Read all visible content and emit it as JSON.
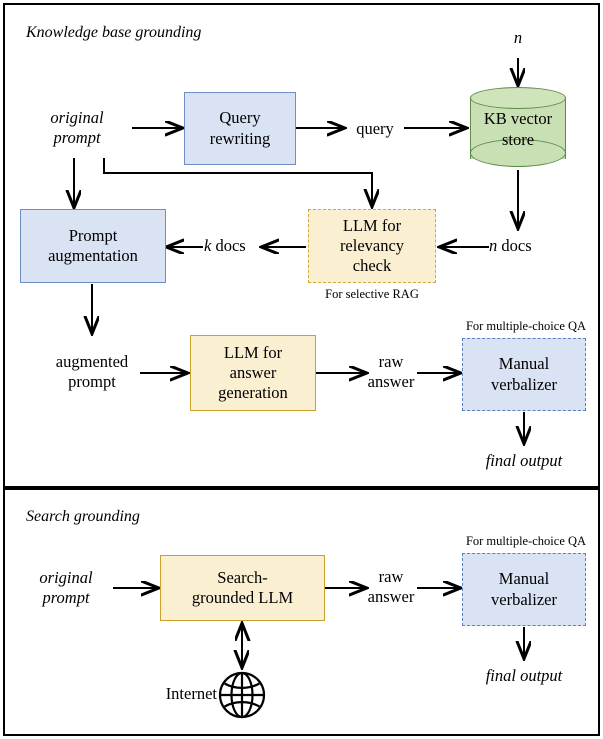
{
  "figure": {
    "panels": [
      {
        "id": "kb",
        "title": "Knowledge base grounding"
      },
      {
        "id": "search",
        "title": "Search grounding"
      }
    ]
  },
  "colors": {
    "blue_fill": "#dae3f3",
    "blue_border": "#6f8fc4",
    "blue_dashed_border": "#5b7fc0",
    "yellow_fill": "#fbefd1",
    "yellow_border": "#c9a227",
    "yellow_dashed_border": "#d2a93a",
    "green_fill": "#c9e0b4",
    "green_border": "#5f8a4a",
    "stroke": "#000000",
    "background": "#ffffff"
  },
  "kb_panel": {
    "title": "Knowledge base grounding",
    "nodes": {
      "original_prompt": "original\nprompt",
      "query_rewriting": "Query\nrewriting",
      "query": "query",
      "kb_vector_store": "KB vector\nstore",
      "n_input": "n",
      "n_docs": "n docs",
      "llm_relevancy": "LLM for\nrelevancy\ncheck",
      "llm_relevancy_caption": "For selective RAG",
      "k_docs": "k docs",
      "prompt_augmentation": "Prompt\naugmentation",
      "augmented_prompt": "augmented\nprompt",
      "llm_answer_generation": "LLM for\nanswer\ngeneration",
      "raw_answer": "raw\nanswer",
      "manual_verbalizer": "Manual\nverbalizer",
      "manual_verbalizer_caption": "For multiple-choice QA",
      "final_output": "final output"
    }
  },
  "search_panel": {
    "title": "Search grounding",
    "nodes": {
      "original_prompt": "original\nprompt",
      "search_grounded_llm": "Search-\ngrounded LLM",
      "internet_label": "Internet",
      "internet_icon": "globe-icon",
      "raw_answer": "raw\nanswer",
      "manual_verbalizer": "Manual\nverbalizer",
      "manual_verbalizer_caption": "For multiple-choice QA",
      "final_output": "final output"
    }
  }
}
